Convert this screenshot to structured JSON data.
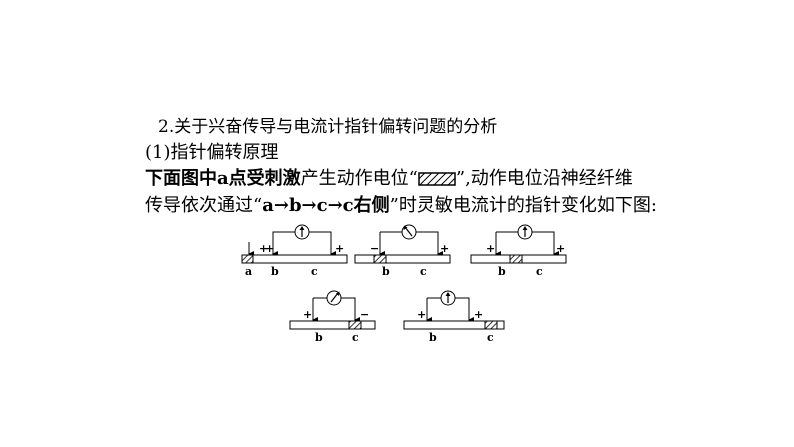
{
  "heading": "2.关于兴奋传导与电流计指针偏转问题的分析",
  "subheading": "(1)指针偏转原理",
  "para": {
    "part1": "下面图中",
    "part2": "a点受刺激",
    "part3": "产生动作电位“",
    "part4": "”,动作电位沿神经纤维",
    "line2_part1": "传导依次通过“",
    "line2_part2": "a→b→c→c右侧",
    "line2_part3": "”时灵敏电流计的指针变化如下图:"
  },
  "icons": {
    "hatched_potential": "hatched-rectangle-icon",
    "galvanometer": "galvanometer-icon",
    "stimulus_arrow": "arrow-down-icon"
  },
  "diagrams": [
    {
      "left_sign": "+",
      "right_sign": "+",
      "needle": "center",
      "labels": [
        "a",
        "b",
        "c"
      ],
      "stimulus": "↓",
      "potential_at": "a"
    },
    {
      "left_sign": "−",
      "right_sign": "+",
      "needle": "left",
      "labels": [
        "b",
        "c"
      ],
      "potential_at": "b"
    },
    {
      "left_sign": "+",
      "right_sign": "+",
      "needle": "center",
      "labels": [
        "b",
        "c"
      ],
      "potential_at": "between b and c"
    },
    {
      "left_sign": "+",
      "right_sign": "−",
      "needle": "right",
      "labels": [
        "b",
        "c"
      ],
      "potential_at": "c"
    },
    {
      "left_sign": "+",
      "right_sign": "+",
      "needle": "center",
      "labels": [
        "b",
        "c"
      ],
      "potential_at": "c right side"
    }
  ]
}
